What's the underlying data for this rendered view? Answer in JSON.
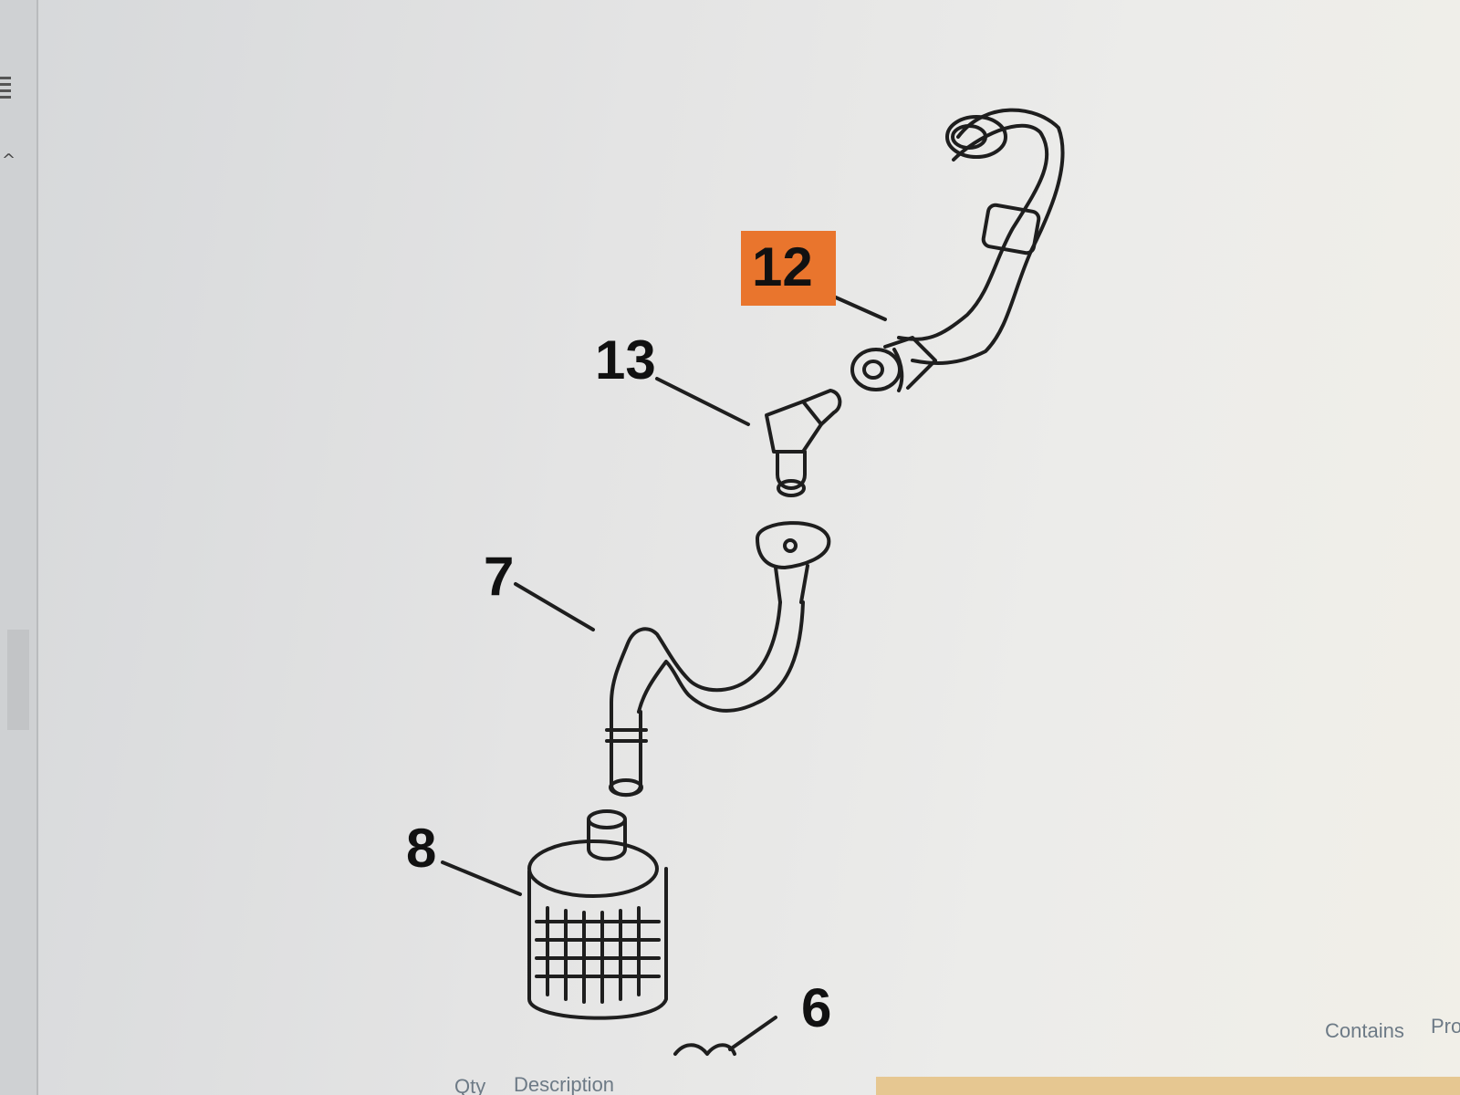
{
  "sidebar": {
    "menu_icon": "hamburger-menu-icon",
    "collapse_icon": "chevron-up-icon",
    "collapse_glyph": "^"
  },
  "diagram": {
    "callouts": {
      "c12": "12",
      "c13": "13",
      "c7": "7",
      "c8": "8",
      "c6": "6"
    },
    "highlight_color": "#e9752d"
  },
  "table_header": {
    "qty": "Qty",
    "description": "Description",
    "contains": "Contains",
    "truncated_col": "Pro"
  }
}
